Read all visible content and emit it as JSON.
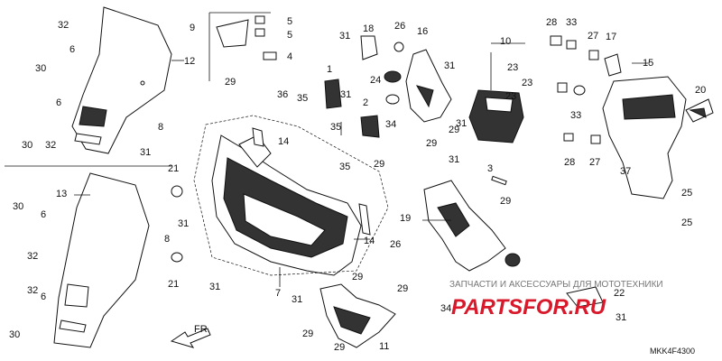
{
  "diagram": {
    "callouts": [
      "1",
      "2",
      "3",
      "4",
      "5",
      "5",
      "6",
      "6",
      "6",
      "6",
      "7",
      "8",
      "8",
      "9",
      "10",
      "11",
      "12",
      "13",
      "14",
      "14",
      "15",
      "16",
      "17",
      "18",
      "19",
      "20",
      "21",
      "21",
      "22",
      "23",
      "23",
      "23",
      "24",
      "25",
      "25",
      "26",
      "26",
      "27",
      "27",
      "28",
      "28",
      "29",
      "29",
      "29",
      "29",
      "29",
      "29",
      "29",
      "29",
      "29",
      "30",
      "30",
      "30",
      "30",
      "31",
      "31",
      "31",
      "31",
      "31",
      "31",
      "31",
      "31",
      "31",
      "31",
      "32",
      "32",
      "32",
      "32",
      "33",
      "33",
      "34",
      "34",
      "35",
      "35",
      "35",
      "36",
      "37"
    ],
    "front_label": "FR.",
    "diagram_code": "MKK4F4300"
  },
  "watermark": {
    "caption": "ЗАПЧАСТИ И АКСЕССУАРЫ ДЛЯ МОТОТЕХНИКИ",
    "logo_text": "PARTSFOR.RU"
  }
}
